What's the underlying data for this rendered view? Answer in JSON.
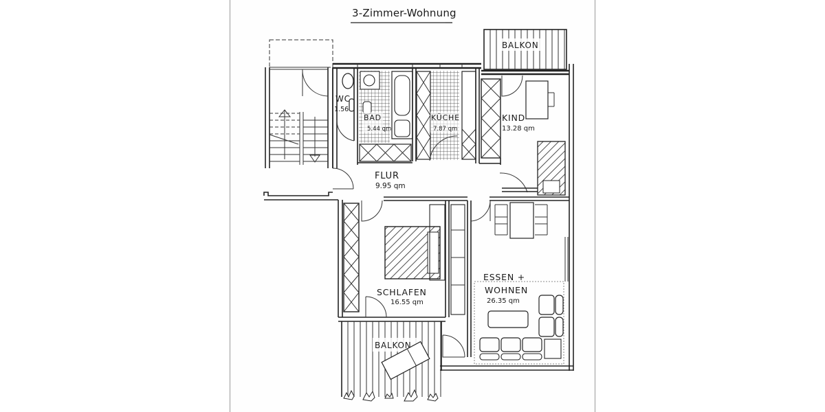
{
  "plan": {
    "title": "3-Zimmer-Wohnung",
    "rooms": [
      {
        "id": "wc",
        "name": "WC",
        "area": "1.56"
      },
      {
        "id": "bad",
        "name": "BAD",
        "area": "5.44 qm"
      },
      {
        "id": "kueche",
        "name": "KÜCHE",
        "area": "7.87 qm"
      },
      {
        "id": "kind",
        "name": "KIND",
        "area": "13.28 qm"
      },
      {
        "id": "flur",
        "name": "FLUR",
        "area": "9.95 qm"
      },
      {
        "id": "schlafen",
        "name": "SCHLAFEN",
        "area": "16.55 qm"
      },
      {
        "id": "essen-wohnen",
        "name_line1": "ESSEN +",
        "name_line2": "WOHNEN",
        "area": "26.35 qm"
      },
      {
        "id": "balkon-top",
        "name": "BALKON"
      },
      {
        "id": "balkon-bottom",
        "name": "BALKON"
      }
    ],
    "colors": {
      "line": "#222222",
      "page": "#fefefe",
      "border": "#9a9a9a"
    }
  }
}
